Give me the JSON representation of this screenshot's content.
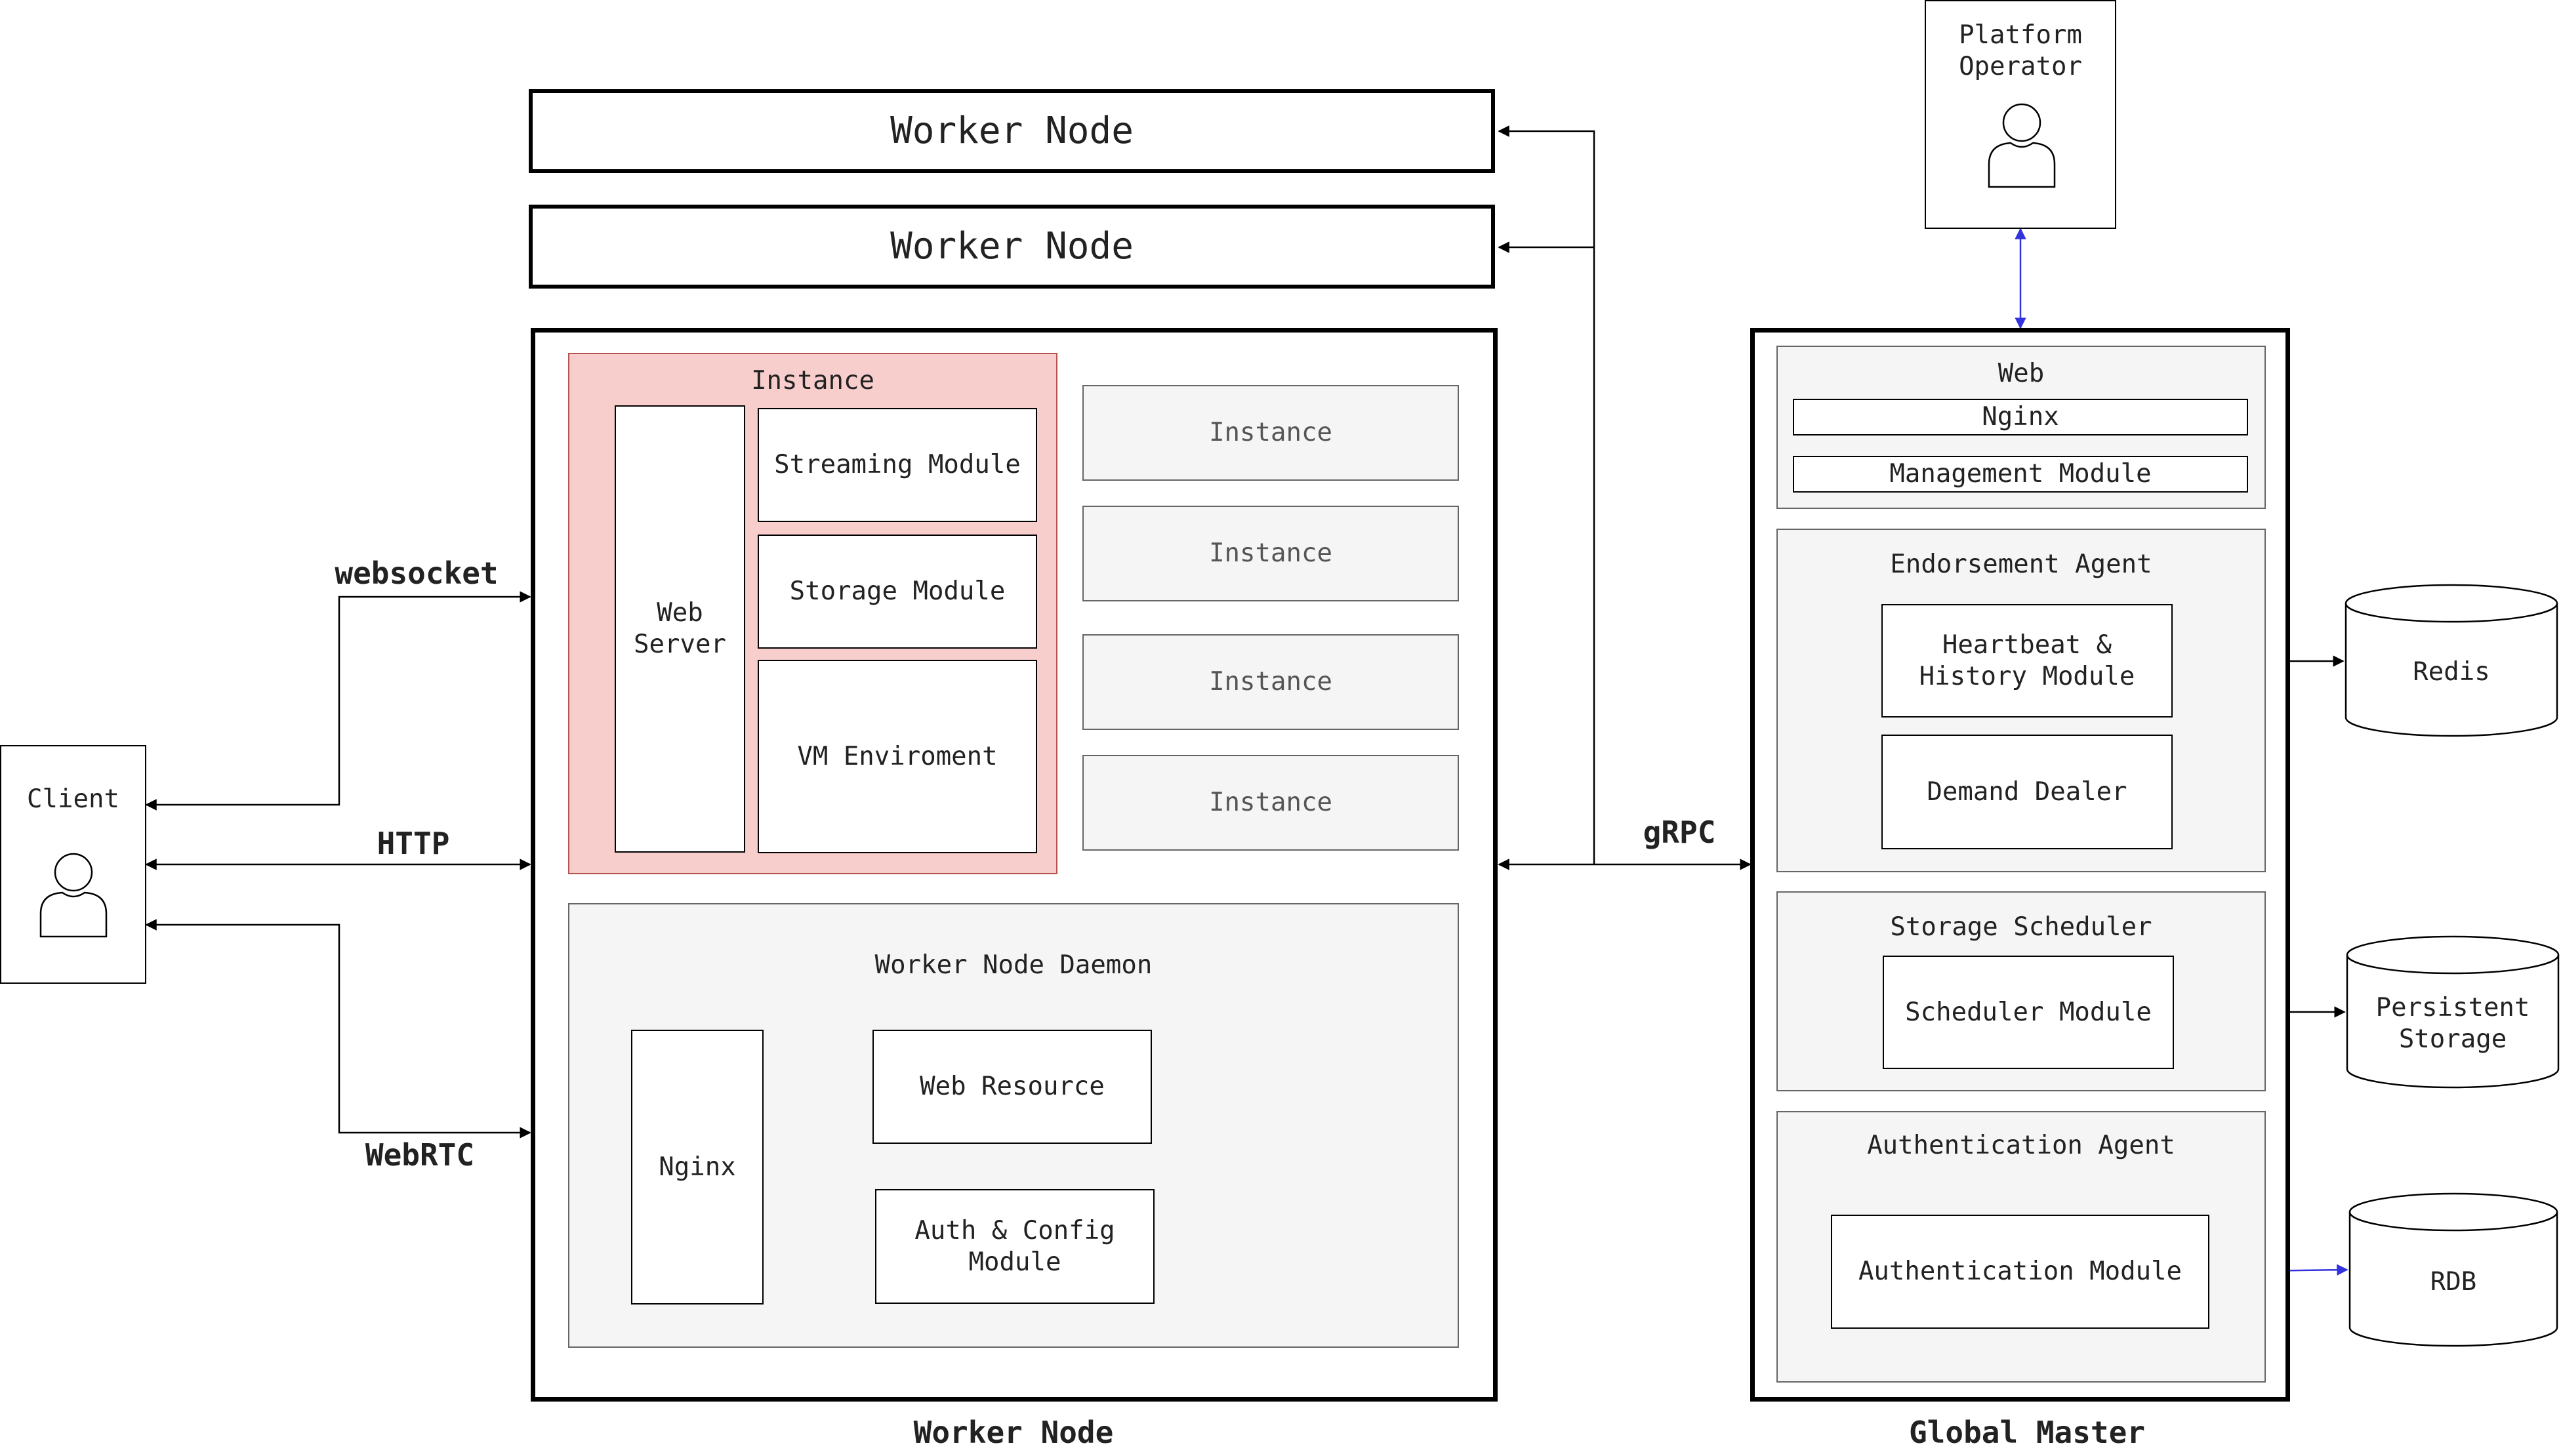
{
  "worker_node_stack": [
    "Worker Node",
    "Worker Node"
  ],
  "worker_node": {
    "caption": "Worker Node",
    "instance_main": {
      "title": "Instance",
      "web_server": "Web\nServer",
      "streaming_module": "Streaming Module",
      "storage_module": "Storage Module",
      "vm_environment": "VM Enviroment"
    },
    "other_instances": [
      "Instance",
      "Instance",
      "Instance",
      "Instance"
    ],
    "daemon": {
      "title": "Worker Node Daemon",
      "nginx": "Nginx",
      "web_resource": "Web Resource",
      "auth_config": "Auth & Config\nModule"
    }
  },
  "client": {
    "label": "Client"
  },
  "protocols": {
    "websocket": "websocket",
    "http": "HTTP",
    "webrtc": "WebRTC",
    "grpc": "gRPC"
  },
  "platform_operator": {
    "label": "Platform\nOperator"
  },
  "global_master": {
    "caption": "Global Master",
    "web": {
      "title": "Web",
      "nginx": "Nginx",
      "management": "Management Module"
    },
    "endorsement": {
      "title": "Endorsement Agent",
      "heartbeat": "Heartbeat &\nHistory Module",
      "demand": "Demand Dealer"
    },
    "storage_scheduler": {
      "title": "Storage Scheduler",
      "scheduler": "Scheduler Module"
    },
    "authentication": {
      "title": "Authentication Agent",
      "module": "Authentication Module"
    }
  },
  "databases": {
    "redis": "Redis",
    "persistent": "Persistent\nStorage",
    "rdb": "RDB"
  },
  "colors": {
    "instance_fill": "#f8cecc",
    "instance_border": "#b85450",
    "panel_fill": "#f5f5f5",
    "blue_arrow": "#3333dd"
  }
}
